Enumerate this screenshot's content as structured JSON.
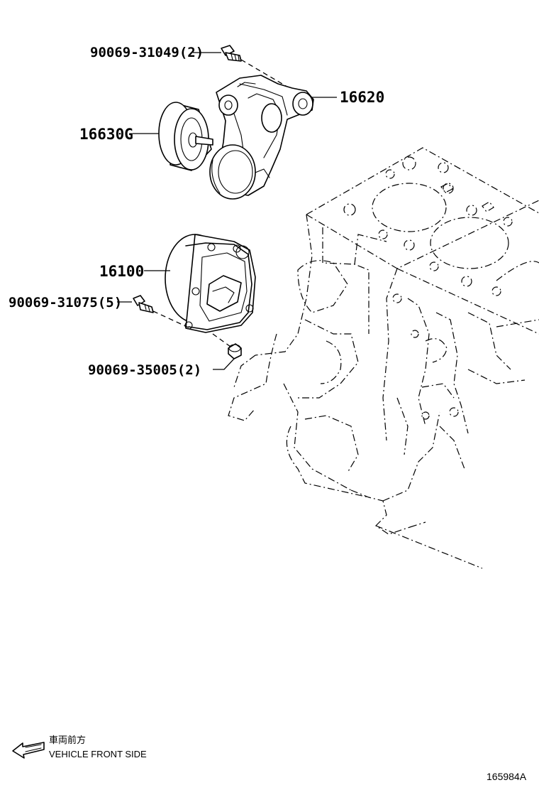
{
  "parts": [
    {
      "id": "bolt_top",
      "label": "90069-31049(2)"
    },
    {
      "id": "tensioner",
      "label": "16620"
    },
    {
      "id": "idler_pulley",
      "label": "16630G"
    },
    {
      "id": "water_pump",
      "label": "16100"
    },
    {
      "id": "bolt_pump",
      "label": "90069-31075(5)"
    },
    {
      "id": "pin",
      "label": "90069-35005(2)"
    }
  ],
  "orientation": {
    "japanese": "車両前方",
    "english": "VEHICLE FRONT SIDE"
  },
  "diagram_code": "165984A"
}
